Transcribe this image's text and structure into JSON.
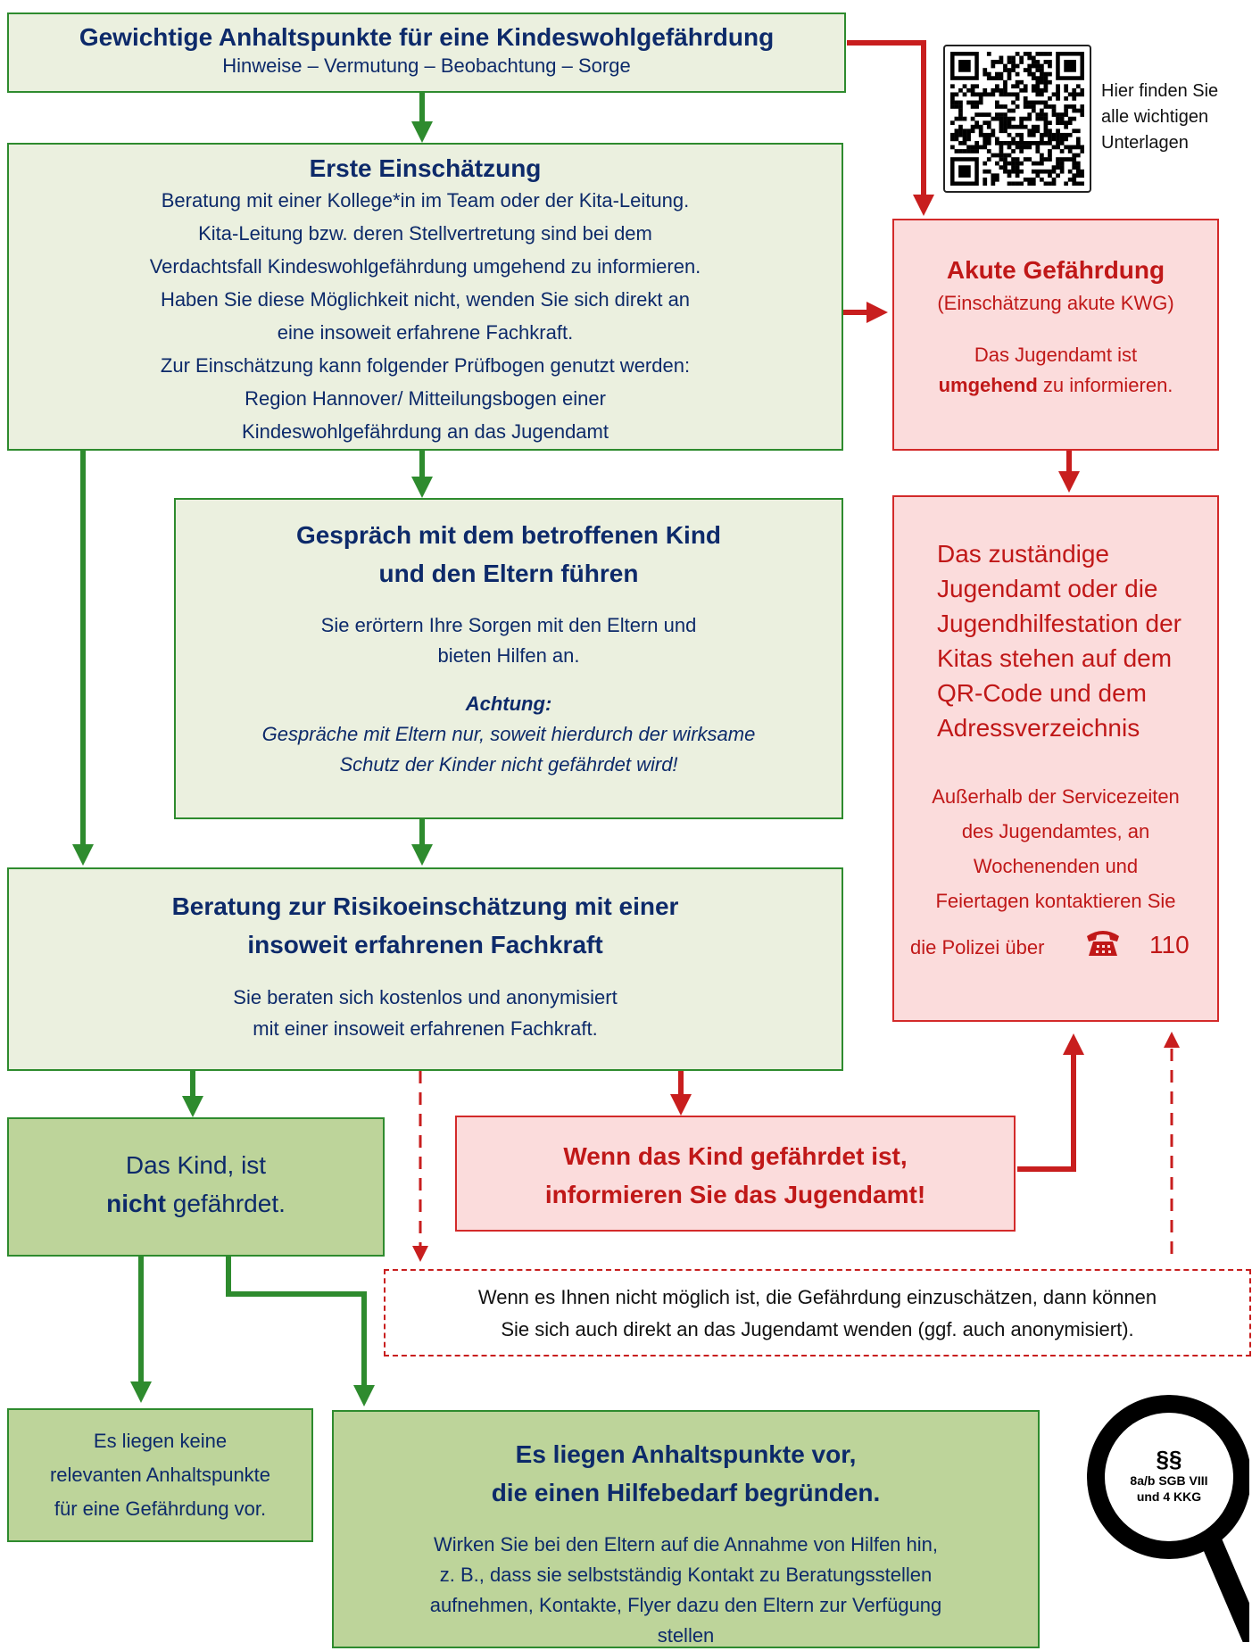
{
  "top_box": {
    "title": "Gewichtige Anhaltspunkte für eine Kindeswohlgefährdung",
    "subtitle": "Hinweise – Vermutung – Beobachtung – Sorge"
  },
  "qr": {
    "caption_lines": [
      "Hier finden Sie",
      "alle wichtigen",
      "Unterlagen"
    ]
  },
  "first_assessment": {
    "title": "Erste Einschätzung",
    "lines": [
      "Beratung mit einer Kollege*in im Team oder der Kita-Leitung.",
      "Kita-Leitung bzw. deren Stellvertretung sind bei dem",
      "Verdachtsfall Kindeswohlgefährdung umgehend zu informieren.",
      "Haben Sie diese Möglichkeit nicht, wenden Sie sich direkt an",
      "eine insoweit erfahrene Fachkraft.",
      "Zur Einschätzung kann folgender Prüfbogen genutzt werden:",
      "Region Hannover/ Mitteilungsbogen einer",
      "Kindeswohlgefährdung an das Jugendamt"
    ]
  },
  "acute": {
    "title": "Akute Gefährdung",
    "subtitle": "(Einschätzung akute KWG)",
    "line1": "Das Jugendamt ist",
    "line2_bold": "umgehend",
    "line2_rest": " zu informieren."
  },
  "talk": {
    "title_line1": "Gespräch mit dem betroffenen Kind",
    "title_line2": "und den Eltern führen",
    "text_line1": "Sie erörtern Ihre Sorgen mit den Eltern und",
    "text_line2": "bieten Hilfen an.",
    "warning_title": "Achtung:",
    "warning_line1": "Gespräche mit Eltern nur, soweit hierdurch der wirksame",
    "warning_line2": "Schutz der Kinder nicht gefährdet wird!"
  },
  "responsible": {
    "lines": [
      "Das zuständige",
      "Jugendamt oder die",
      "Jugendhilfestation der",
      "Kitas stehen auf dem",
      "QR-Code und dem",
      "Adressverzeichnis"
    ],
    "note_lines": [
      "Außerhalb der Servicezeiten",
      "des Jugendamtes, an",
      "Wochenenden und",
      "Feiertagen kontaktieren Sie"
    ],
    "police_label": "die Polizei über",
    "phone_icon": "telephone-icon",
    "police_number": "110"
  },
  "risk": {
    "title_line1": "Beratung zur Risikoeinschätzung mit einer",
    "title_line2": "insoweit erfahrenen Fachkraft",
    "text_line1": "Sie beraten sich kostenlos und anonymisiert",
    "text_line2": "mit einer insoweit erfahrenen Fachkraft."
  },
  "not_endangered": {
    "line1": "Das Kind, ist",
    "line2_bold": "nicht",
    "line2_rest": " gefährdet."
  },
  "endangered": {
    "line1": "Wenn das Kind gefährdet ist,",
    "line2": "informieren Sie das Jugendamt!"
  },
  "unsure": {
    "line1": "Wenn es Ihnen nicht möglich ist, die Gefährdung einzuschätzen, dann können",
    "line2": "Sie sich auch direkt an das Jugendamt wenden (ggf. auch anonymisiert)."
  },
  "no_indication": {
    "lines": [
      "Es liegen keine",
      "relevanten Anhaltspunkte",
      "für eine Gefährdung vor."
    ]
  },
  "indication": {
    "title_line1": "Es liegen Anhaltspunkte vor,",
    "title_line2": "die einen Hilfebedarf begründen.",
    "lines": [
      "Wirken Sie bei den Eltern auf die Annahme von Hilfen hin,",
      "z. B., dass sie selbstständig Kontakt zu Beratungsstellen",
      "aufnehmen, Kontakte, Flyer dazu den Eltern zur Verfügung",
      "stellen"
    ]
  },
  "law": {
    "symbol": "§§",
    "line1": "8a/b SGB VIII",
    "line2": "und 4 KKG",
    "icon": "magnifier-icon"
  },
  "colors": {
    "green_border": "#2e8b2e",
    "green_fill": "#ebf0df",
    "green_dark_fill": "#bdd49a",
    "red_border": "#d32a2a",
    "red_fill": "#fbdcdc",
    "navy_text": "#0d2a6a",
    "red_text": "#c01818"
  }
}
